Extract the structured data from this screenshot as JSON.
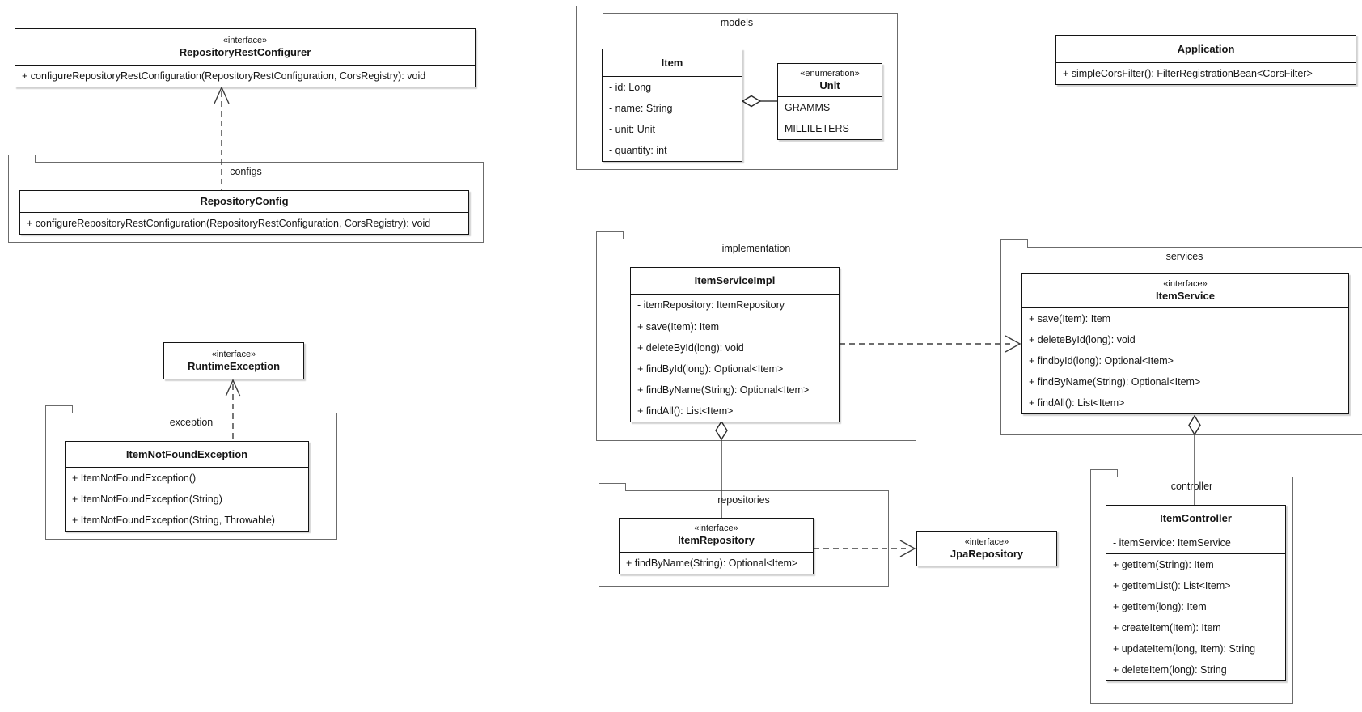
{
  "packages": {
    "configs": {
      "label": "configs"
    },
    "exception": {
      "label": "exception"
    },
    "models": {
      "label": "models"
    },
    "implementation": {
      "label": "implementation"
    },
    "services": {
      "label": "services"
    },
    "repositories": {
      "label": "repositories"
    },
    "controller": {
      "label": "controller"
    }
  },
  "classes": {
    "repository_rest_configurer": {
      "stereotype": "«interface»",
      "name": "RepositoryRestConfigurer",
      "methods": [
        "+ configureRepositoryRestConfiguration(RepositoryRestConfiguration, CorsRegistry): void"
      ]
    },
    "repository_config": {
      "name": "RepositoryConfig",
      "methods": [
        "+ configureRepositoryRestConfiguration(RepositoryRestConfiguration, CorsRegistry): void"
      ]
    },
    "runtime_exception": {
      "stereotype": "«interface»",
      "name": "RuntimeException"
    },
    "item_not_found_exception": {
      "name": "ItemNotFoundException",
      "methods": [
        "+ ItemNotFoundException()",
        "+ ItemNotFoundException(String)",
        "+ ItemNotFoundException(String, Throwable)"
      ]
    },
    "item": {
      "name": "Item",
      "attributes": [
        "- id: Long",
        "- name: String",
        "- unit: Unit",
        "- quantity: int"
      ]
    },
    "unit": {
      "stereotype": "«enumeration»",
      "name": "Unit",
      "literals": [
        "GRAMMS",
        "MILLILETERS"
      ]
    },
    "item_service_impl": {
      "name": "ItemServiceImpl",
      "attributes": [
        "- itemRepository: ItemRepository"
      ],
      "methods": [
        "+ save(Item): Item",
        "+ deleteById(long): void",
        "+ findById(long): Optional<Item>",
        "+ findByName(String): Optional<Item>",
        "+ findAll(): List<Item>"
      ]
    },
    "item_service": {
      "stereotype": "«interface»",
      "name": "ItemService",
      "methods": [
        "+ save(Item): Item",
        "+ deleteById(long): void",
        "+ findbyId(long): Optional<Item>",
        "+ findByName(String): Optional<Item>",
        "+ findAll(): List<Item>"
      ]
    },
    "item_repository": {
      "stereotype": "«interface»",
      "name": "ItemRepository",
      "methods": [
        "+ findByName(String): Optional<Item>"
      ]
    },
    "jpa_repository": {
      "stereotype": "«interface»",
      "name": "JpaRepository"
    },
    "application": {
      "name": "Application",
      "methods": [
        "+ simpleCorsFilter(): FilterRegistrationBean<CorsFilter>"
      ]
    },
    "item_controller": {
      "name": "ItemController",
      "attributes": [
        "- itemService: ItemService"
      ],
      "methods": [
        "+ getItem(String): Item",
        "+ getItemList(): List<Item>",
        "+ getItem(long): Item",
        "+ createItem(Item): Item",
        "+ updateItem(long, Item): String",
        "+ deleteItem(long): String"
      ]
    }
  }
}
